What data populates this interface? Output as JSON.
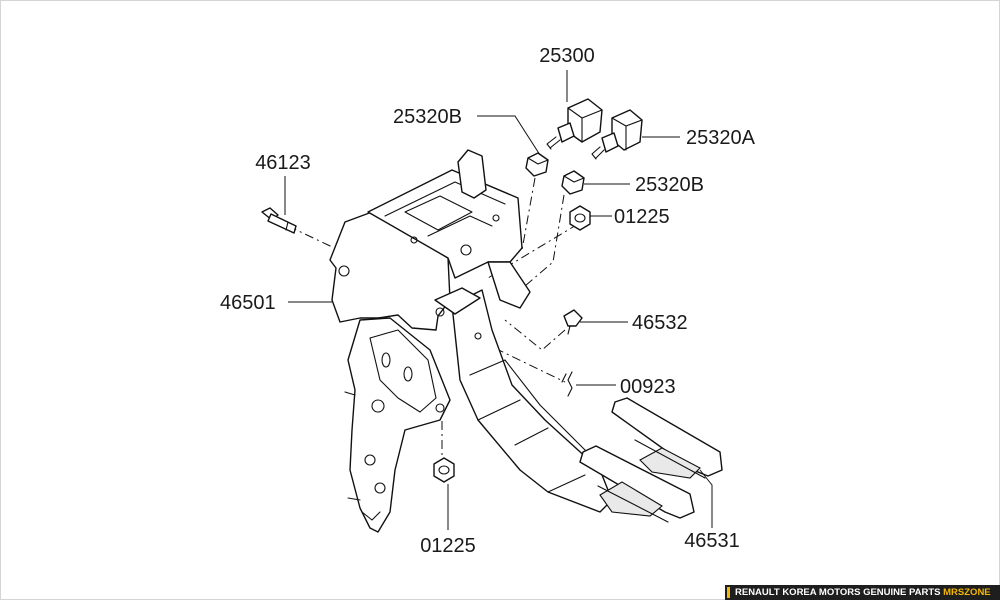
{
  "labels": {
    "p25300": "25300",
    "p25320B_top": "25320B",
    "p25320A": "25320A",
    "p25320B_right": "25320B",
    "p46123": "46123",
    "p01225_top": "01225",
    "p46501": "46501",
    "p46532": "46532",
    "p00923": "00923",
    "p01225_bottom": "01225",
    "p46531": "46531"
  },
  "footer": {
    "text": "RENAULT KOREA MOTORS GENUINE PARTS",
    "brand": "MRSZONE"
  },
  "colors": {
    "footer_bg": "#1e1e1e",
    "footer_accent": "#f2b705"
  }
}
